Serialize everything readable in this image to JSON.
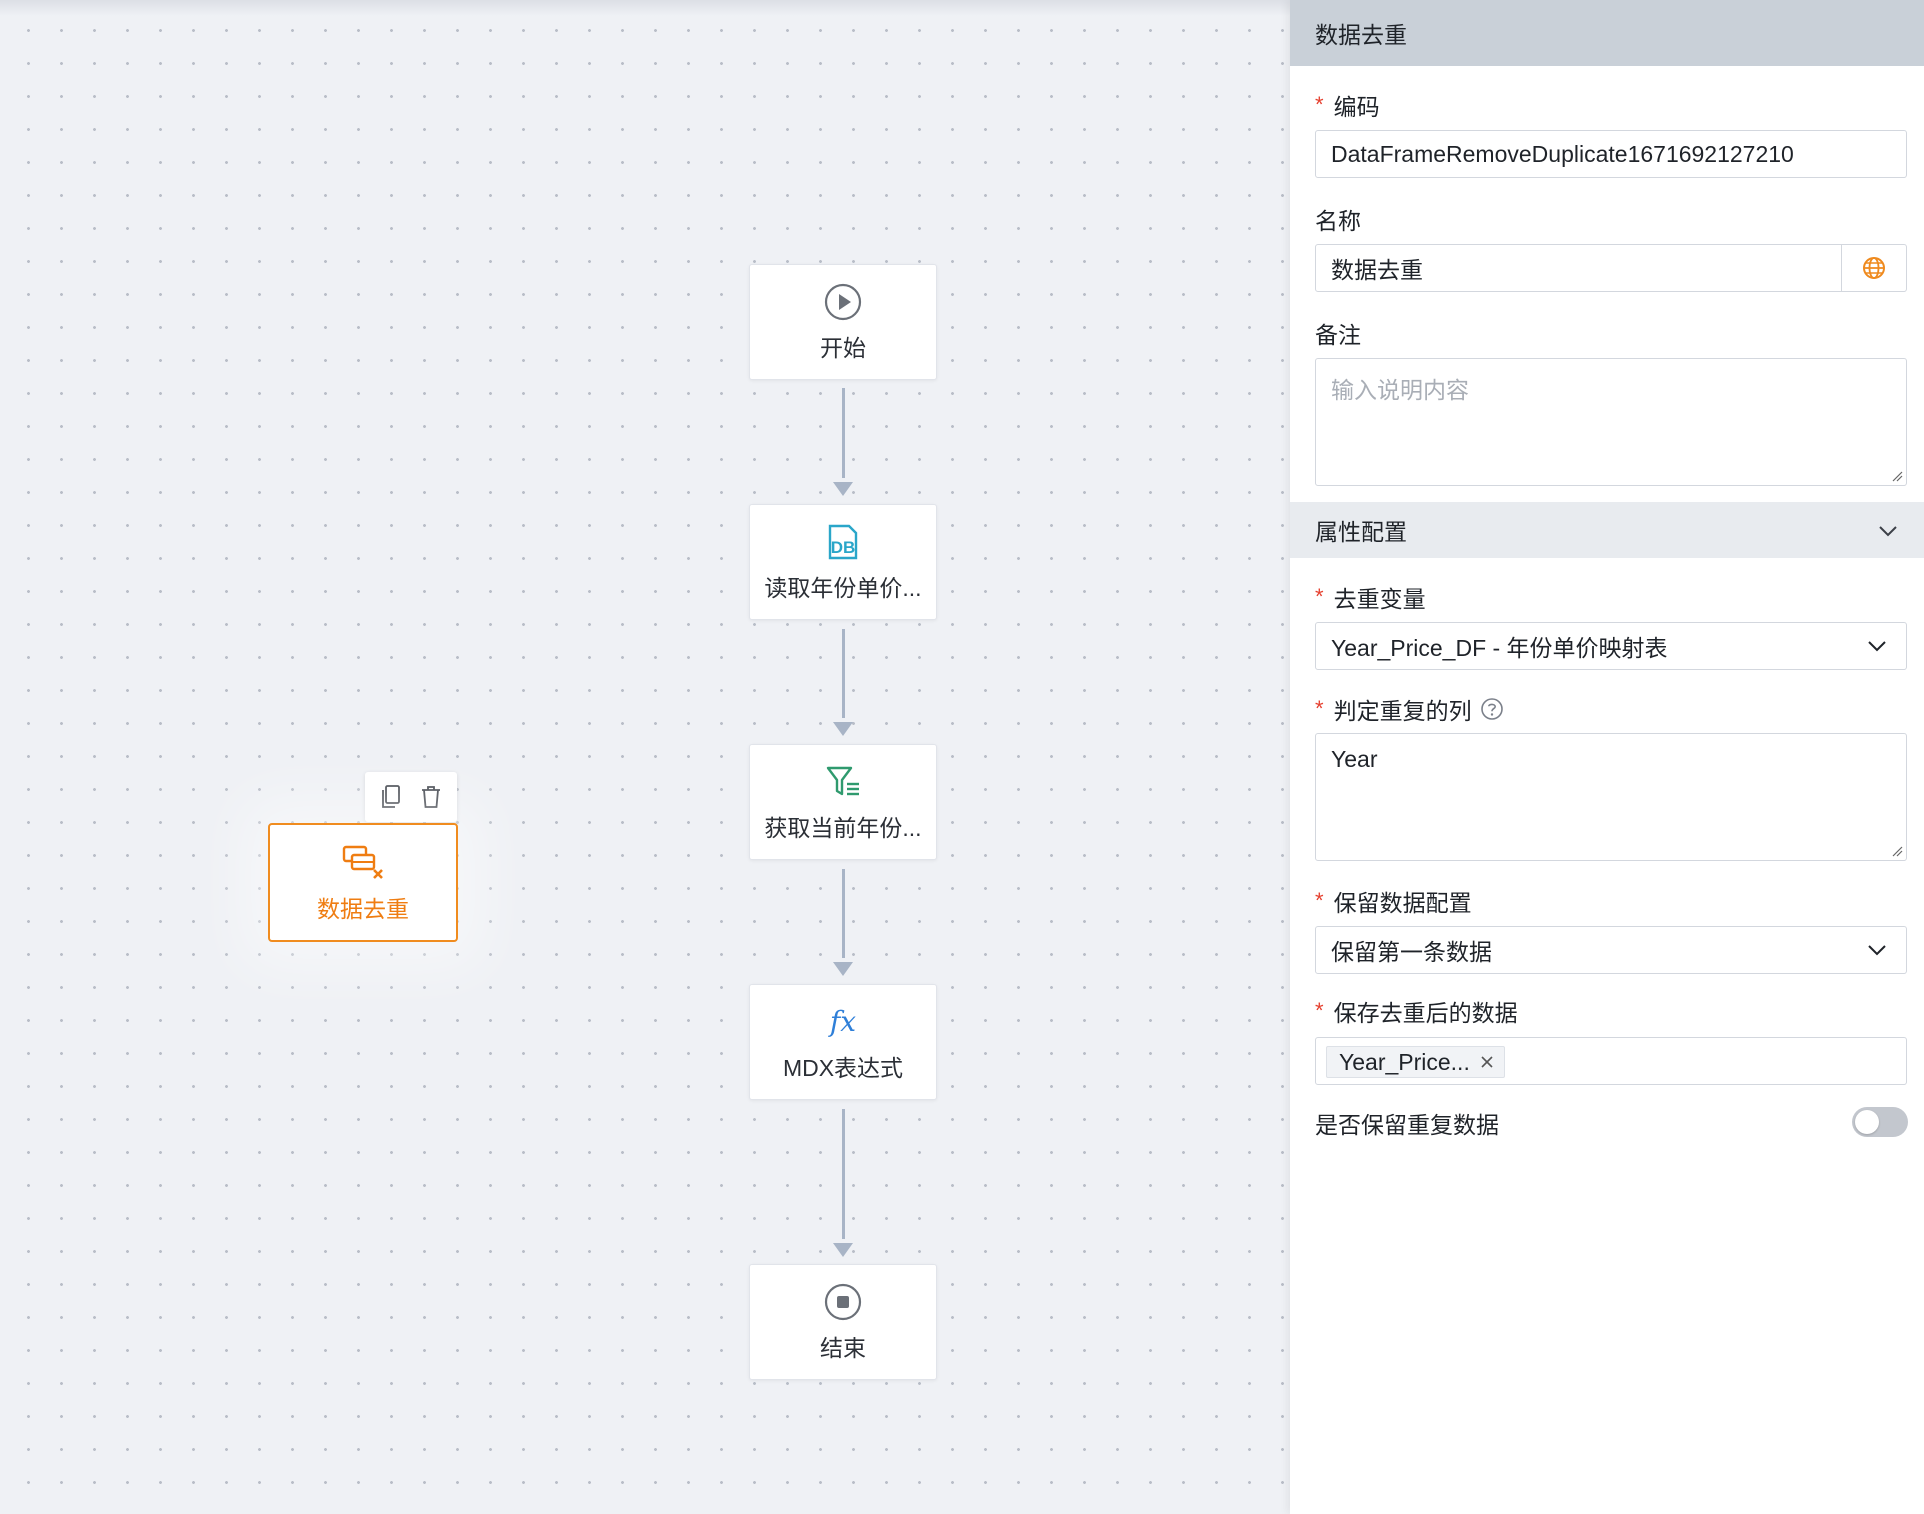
{
  "canvas": {
    "nodes": [
      {
        "label": "开始",
        "icon": "play-circle-icon"
      },
      {
        "label": "读取年份单价...",
        "icon": "db-icon"
      },
      {
        "label": "获取当前年份...",
        "icon": "filter-list-icon"
      },
      {
        "label": "MDX表达式",
        "icon": "fx-icon"
      },
      {
        "label": "结束",
        "icon": "stop-circle-icon"
      }
    ],
    "selected_node": {
      "label": "数据去重",
      "icon": "dedup-table-icon"
    },
    "toolbar": {
      "copy_icon": "copy-icon",
      "delete_icon": "trash-icon"
    }
  },
  "panel": {
    "title": "数据去重",
    "code": {
      "label": "编码",
      "value": "DataFrameRemoveDuplicate1671692127210"
    },
    "name": {
      "label": "名称",
      "value": "数据去重",
      "icon": "globe-icon"
    },
    "remark": {
      "label": "备注",
      "placeholder": "输入说明内容"
    },
    "section": {
      "title": "属性配置",
      "expanded": true
    },
    "dedup_var": {
      "label": "去重变量",
      "value": "Year_Price_DF - 年份单价映射表"
    },
    "dup_columns": {
      "label": "判定重复的列",
      "value": "Year"
    },
    "keep_config": {
      "label": "保留数据配置",
      "value": "保留第一条数据"
    },
    "save_result": {
      "label": "保存去重后的数据",
      "tag": "Year_Price..."
    },
    "keep_dup": {
      "label": "是否保留重复数据",
      "on": false
    }
  },
  "colors": {
    "accent": "#f08c1f",
    "required": "#e5402f",
    "edge": "#a8b4c6"
  }
}
